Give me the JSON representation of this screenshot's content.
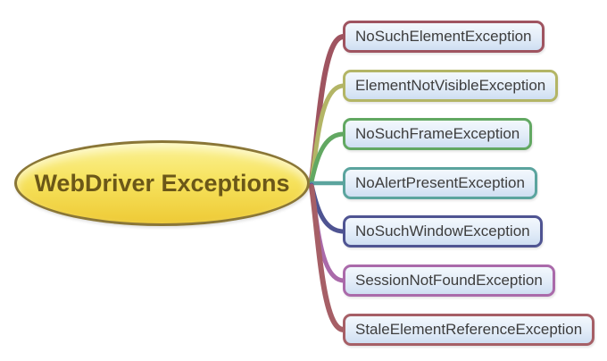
{
  "diagram": {
    "type": "mindmap",
    "background": "#ffffff",
    "root": {
      "label": "WebDriver Exceptions",
      "fill_top": "#fbf295",
      "fill_bottom": "#eeca36",
      "border_color": "#8a7637",
      "text_color": "#6b5718"
    },
    "node_style": {
      "fill_top": "#f3f8fd",
      "fill_bottom": "#cfdff2",
      "text_color": "#3d3d3d"
    },
    "nodes": [
      {
        "label": "NoSuchElementException",
        "border_color": "#9f5460"
      },
      {
        "label": "ElementNotVisibleException",
        "border_color": "#b3b566"
      },
      {
        "label": "NoSuchFrameException",
        "border_color": "#62a862"
      },
      {
        "label": "NoAlertPresentException",
        "border_color": "#5ba49e"
      },
      {
        "label": "NoSuchWindowException",
        "border_color": "#4f5492"
      },
      {
        "label": "SessionNotFoundException",
        "border_color": "#aa6aaa"
      },
      {
        "label": "StaleElementReferenceException",
        "border_color": "#a65f66"
      }
    ]
  }
}
